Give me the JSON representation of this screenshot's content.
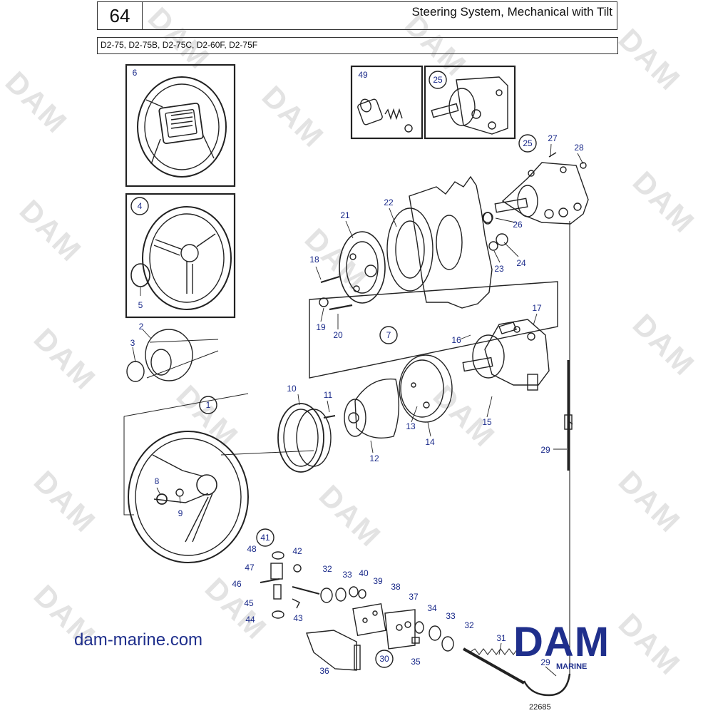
{
  "header": {
    "page_number": "64",
    "title": "Steering System, Mechanical with Tilt",
    "models": "D2-75, D2-75B, D2-75C, D2-60F, D2-75F"
  },
  "watermark_text": "DAM",
  "callouts": [
    "1",
    "2",
    "3",
    "4",
    "5",
    "6",
    "7",
    "8",
    "9",
    "10",
    "11",
    "12",
    "13",
    "14",
    "15",
    "16",
    "17",
    "18",
    "19",
    "20",
    "21",
    "22",
    "23",
    "24",
    "25",
    "26",
    "27",
    "28",
    "29",
    "30",
    "31",
    "32",
    "33",
    "34",
    "35",
    "36",
    "37",
    "38",
    "39",
    "40",
    "41",
    "42",
    "43",
    "44",
    "45",
    "46",
    "47",
    "48",
    "49"
  ],
  "footer": {
    "website": "dam-marine.com",
    "logo_text": "DAM",
    "logo_subtext": "MARINE",
    "document_number": "22685"
  },
  "colors": {
    "callout": "#1a2a8a",
    "logo": "#1f2f8c",
    "line": "#222222",
    "watermark": "#e3e3e3"
  }
}
